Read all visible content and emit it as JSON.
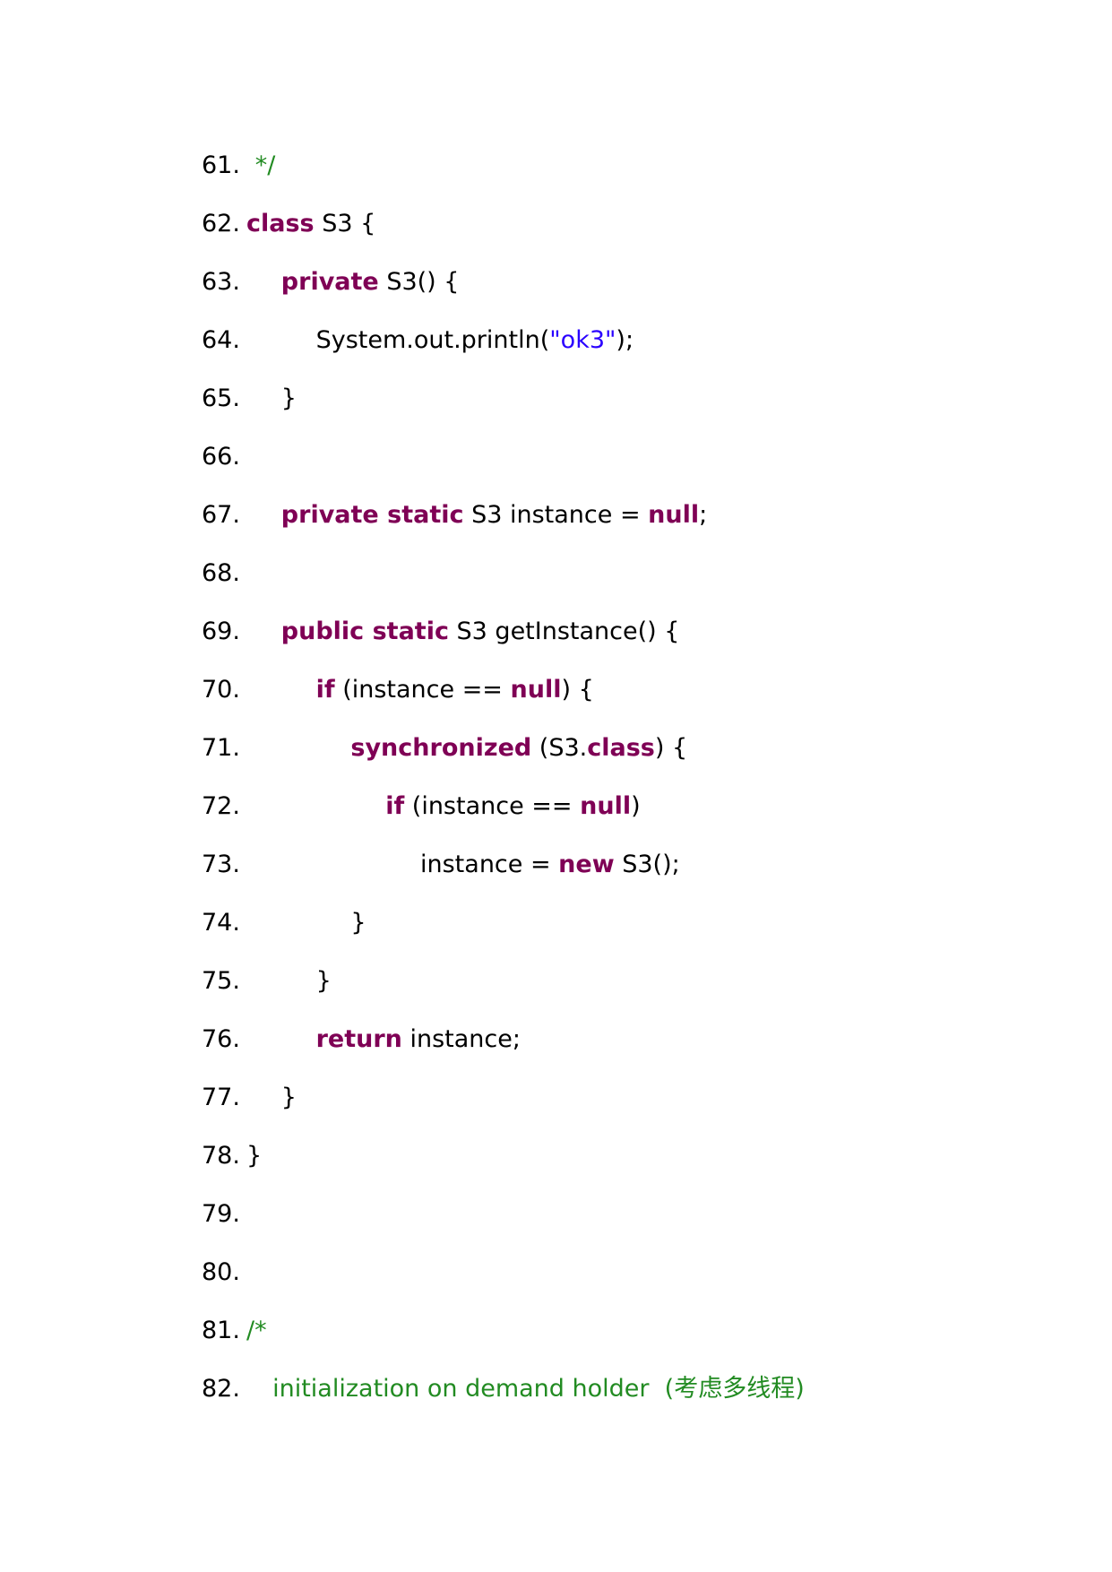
{
  "colors": {
    "keyword": "#7f0055",
    "string": "#2a00ff",
    "comment": "#228b22",
    "plain": "#000000",
    "background": "#ffffff"
  },
  "code_lines": [
    {
      "number": "61.",
      "indent": 1,
      "tokens": [
        {
          "t": "cm",
          "text": "*/"
        }
      ]
    },
    {
      "number": "62.",
      "indent": 0,
      "tokens": [
        {
          "t": "kw",
          "text": "class"
        },
        {
          "t": "plain",
          "text": " S3 {"
        }
      ]
    },
    {
      "number": "63.",
      "indent": 4,
      "tokens": [
        {
          "t": "kw",
          "text": "private"
        },
        {
          "t": "plain",
          "text": " S3() {"
        }
      ]
    },
    {
      "number": "64.",
      "indent": 8,
      "tokens": [
        {
          "t": "plain",
          "text": "System.out.println("
        },
        {
          "t": "str",
          "text": "\"ok3\""
        },
        {
          "t": "plain",
          "text": ");"
        }
      ]
    },
    {
      "number": "65.",
      "indent": 4,
      "tokens": [
        {
          "t": "plain",
          "text": "}"
        }
      ]
    },
    {
      "number": "66.",
      "indent": 0,
      "tokens": []
    },
    {
      "number": "67.",
      "indent": 4,
      "tokens": [
        {
          "t": "kw",
          "text": "private static"
        },
        {
          "t": "plain",
          "text": " S3 instance = "
        },
        {
          "t": "kw",
          "text": "null"
        },
        {
          "t": "plain",
          "text": ";"
        }
      ]
    },
    {
      "number": "68.",
      "indent": 0,
      "tokens": []
    },
    {
      "number": "69.",
      "indent": 4,
      "tokens": [
        {
          "t": "kw",
          "text": "public static"
        },
        {
          "t": "plain",
          "text": " S3 getInstance() {"
        }
      ]
    },
    {
      "number": "70.",
      "indent": 8,
      "tokens": [
        {
          "t": "kw",
          "text": "if"
        },
        {
          "t": "plain",
          "text": " (instance == "
        },
        {
          "t": "kw",
          "text": "null"
        },
        {
          "t": "plain",
          "text": ") {"
        }
      ]
    },
    {
      "number": "71.",
      "indent": 12,
      "tokens": [
        {
          "t": "kw",
          "text": "synchronized"
        },
        {
          "t": "plain",
          "text": " (S3."
        },
        {
          "t": "kw",
          "text": "class"
        },
        {
          "t": "plain",
          "text": ") {"
        }
      ]
    },
    {
      "number": "72.",
      "indent": 16,
      "tokens": [
        {
          "t": "kw",
          "text": "if"
        },
        {
          "t": "plain",
          "text": " (instance == "
        },
        {
          "t": "kw",
          "text": "null"
        },
        {
          "t": "plain",
          "text": ")"
        }
      ]
    },
    {
      "number": "73.",
      "indent": 20,
      "tokens": [
        {
          "t": "plain",
          "text": "instance = "
        },
        {
          "t": "kw",
          "text": "new"
        },
        {
          "t": "plain",
          "text": " S3();"
        }
      ]
    },
    {
      "number": "74.",
      "indent": 12,
      "tokens": [
        {
          "t": "plain",
          "text": "}"
        }
      ]
    },
    {
      "number": "75.",
      "indent": 8,
      "tokens": [
        {
          "t": "plain",
          "text": "}"
        }
      ]
    },
    {
      "number": "76.",
      "indent": 8,
      "tokens": [
        {
          "t": "kw",
          "text": "return"
        },
        {
          "t": "plain",
          "text": " instance;"
        }
      ]
    },
    {
      "number": "77.",
      "indent": 4,
      "tokens": [
        {
          "t": "plain",
          "text": "}"
        }
      ]
    },
    {
      "number": "78.",
      "indent": 0,
      "tokens": [
        {
          "t": "plain",
          "text": "}"
        }
      ]
    },
    {
      "number": "79.",
      "indent": 0,
      "tokens": []
    },
    {
      "number": "80.",
      "indent": 0,
      "tokens": []
    },
    {
      "number": "81.",
      "indent": 0,
      "tokens": [
        {
          "t": "cm",
          "text": "/*"
        }
      ]
    },
    {
      "number": "82.",
      "indent": 3,
      "tokens": [
        {
          "t": "cm",
          "text": "initialization on demand holder  (考虑多线程)"
        }
      ]
    }
  ]
}
